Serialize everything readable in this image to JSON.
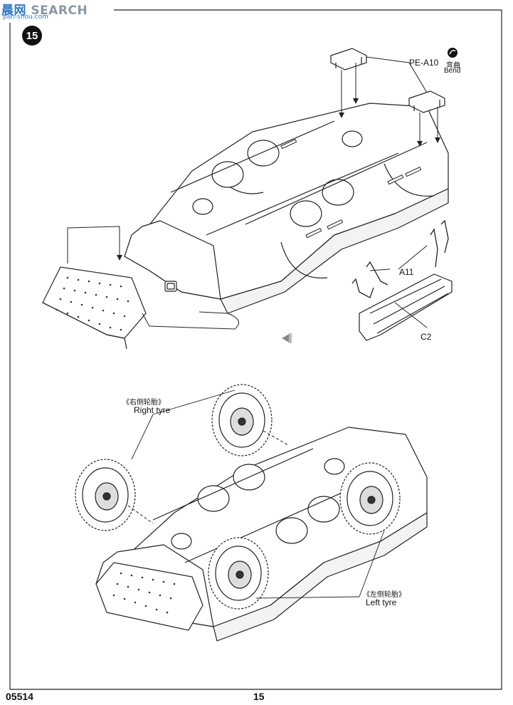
{
  "watermark": {
    "brand": "SEARCH",
    "brand_prefix_cn": "晨网",
    "url": "pan-shou.com"
  },
  "step": {
    "number": "15"
  },
  "top_assembly": {
    "pe_label": "PE-A10",
    "bend_cn": "弯曲",
    "bend_en": "Bend",
    "a11_label": "A11",
    "c2_label": "C2"
  },
  "bottom_assembly": {
    "right_tyre_cn": "《右侧轮胎》",
    "right_tyre_en": "Right tyre",
    "left_tyre_cn": "《左侧轮胎》",
    "left_tyre_en": "Left  tyre"
  },
  "footer": {
    "kit_number": "05514",
    "page_number": "15"
  },
  "icons": [
    "bend-icon",
    "view-direction-arrow-icon"
  ]
}
